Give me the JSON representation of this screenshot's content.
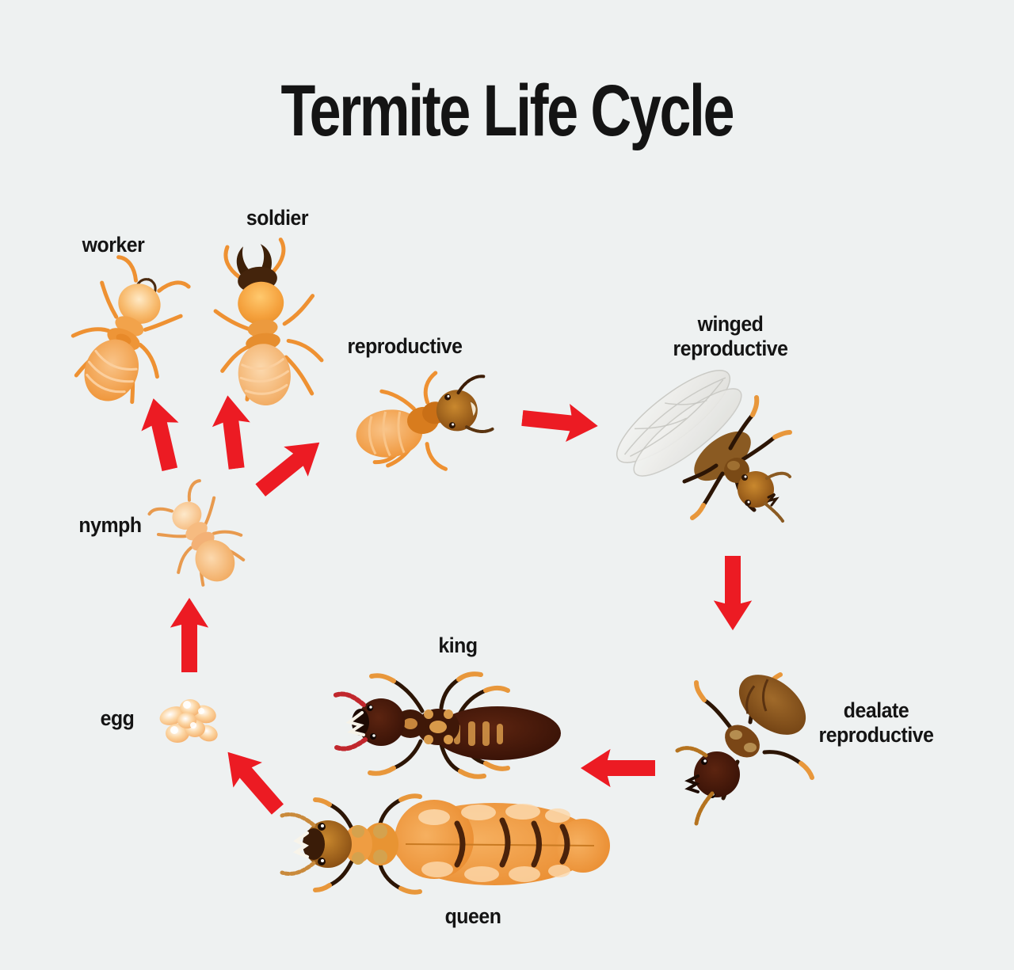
{
  "title": "Termite Life Cycle",
  "colors": {
    "background": "#eef1f1",
    "text": "#141414",
    "arrow": "#ec1b23"
  },
  "stages": {
    "worker": {
      "label": "worker"
    },
    "soldier": {
      "label": "soldier"
    },
    "reproductive": {
      "label": "reproductive"
    },
    "winged_reproductive": {
      "label_line1": "winged",
      "label_line2": "reproductive"
    },
    "nymph": {
      "label": "nymph"
    },
    "king": {
      "label": "king"
    },
    "egg": {
      "label": "egg"
    },
    "dealate_reproductive": {
      "label_line1": "dealate",
      "label_line2": "reproductive"
    },
    "queen": {
      "label": "queen"
    }
  },
  "transitions": [
    {
      "from": "egg",
      "to": "nymph"
    },
    {
      "from": "nymph",
      "to": "worker"
    },
    {
      "from": "nymph",
      "to": "soldier"
    },
    {
      "from": "nymph",
      "to": "reproductive"
    },
    {
      "from": "reproductive",
      "to": "winged reproductive"
    },
    {
      "from": "winged reproductive",
      "to": "dealate reproductive"
    },
    {
      "from": "dealate reproductive",
      "to": "king"
    },
    {
      "from": "queen",
      "to": "egg"
    }
  ]
}
